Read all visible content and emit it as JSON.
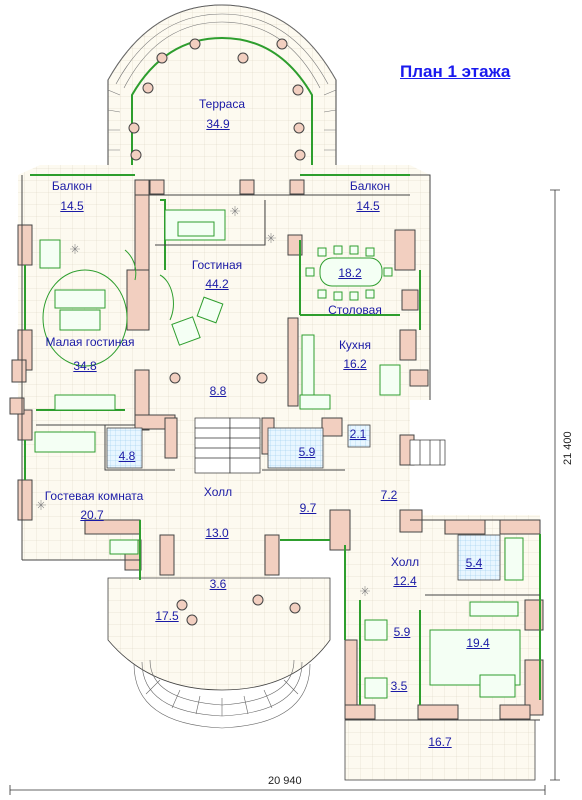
{
  "title": "План 1 этажа",
  "rooms": [
    {
      "id": "terrace",
      "name": "Терраса",
      "area": "34.9"
    },
    {
      "id": "balcony-left",
      "name": "Балкон",
      "area": "14.5"
    },
    {
      "id": "balcony-right",
      "name": "Балкон",
      "area": "14.5"
    },
    {
      "id": "living-room",
      "name": "Гостиная",
      "area": "44.2"
    },
    {
      "id": "dining-room",
      "name": "Столовая",
      "area": "18.2"
    },
    {
      "id": "small-living-room",
      "name": "Малая гостиная",
      "area": "34.8"
    },
    {
      "id": "kitchen",
      "name": "Кухня",
      "area": "16.2"
    },
    {
      "id": "passage",
      "name": "",
      "area": "8.8"
    },
    {
      "id": "wc-left",
      "name": "",
      "area": "4.8"
    },
    {
      "id": "wc-center",
      "name": "",
      "area": "5.9"
    },
    {
      "id": "storage-small",
      "name": "",
      "area": "2.1"
    },
    {
      "id": "guest-room",
      "name": "Гостевая комната",
      "area": "20.7"
    },
    {
      "id": "hall-main",
      "name": "Холл",
      "area": "13.0"
    },
    {
      "id": "room-97",
      "name": "",
      "area": "9.7"
    },
    {
      "id": "corridor-72",
      "name": "",
      "area": "7.2"
    },
    {
      "id": "vestibule",
      "name": "",
      "area": "3.6"
    },
    {
      "id": "porch",
      "name": "",
      "area": "17.5"
    },
    {
      "id": "hall-right",
      "name": "Холл",
      "area": "12.4"
    },
    {
      "id": "bath-right",
      "name": "",
      "area": "5.4"
    },
    {
      "id": "bedroom",
      "name": "",
      "area": "19.4"
    },
    {
      "id": "room-59",
      "name": "",
      "area": "5.9"
    },
    {
      "id": "room-35",
      "name": "",
      "area": "3.5"
    },
    {
      "id": "terrace-bottom",
      "name": "",
      "area": "16.7"
    }
  ],
  "dimensions": {
    "width": "20 940",
    "height": "21 400"
  },
  "colors": {
    "label": "#1a1aa6",
    "title": "#1a1aee",
    "walls": "#f2cfc0",
    "wall_stroke": "#444444",
    "windows": "#2e9e2e",
    "floor_tile": "#fbf7e8"
  }
}
